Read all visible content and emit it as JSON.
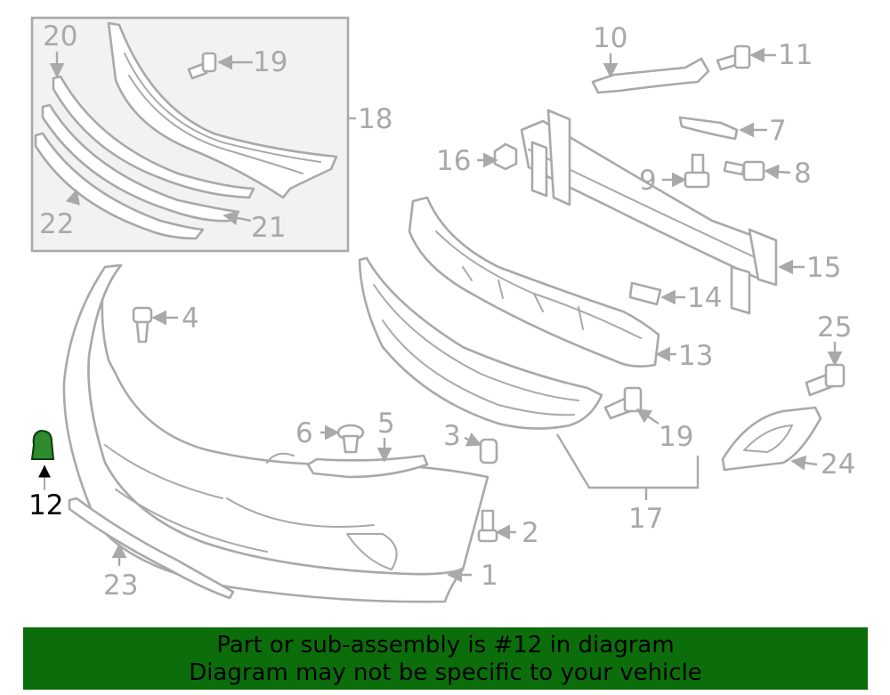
{
  "callouts": {
    "c1": "1",
    "c2": "2",
    "c3": "3",
    "c4": "4",
    "c5": "5",
    "c6": "6",
    "c7": "7",
    "c8": "8",
    "c9": "9",
    "c10": "10",
    "c11": "11",
    "c12": "12",
    "c13": "13",
    "c14": "14",
    "c15": "15",
    "c16": "16",
    "c17": "17",
    "c18": "18",
    "c19a": "19",
    "c19b": "19",
    "c20": "20",
    "c21": "21",
    "c22": "22",
    "c23": "23",
    "c24": "24",
    "c25": "25"
  },
  "highlight": {
    "part": "12",
    "color": "#2e8b2e"
  },
  "banner": {
    "line1": "Part or sub-assembly is #12 in diagram",
    "line2": "Diagram may not be specific to your vehicle",
    "background": "#0b6e0b"
  }
}
